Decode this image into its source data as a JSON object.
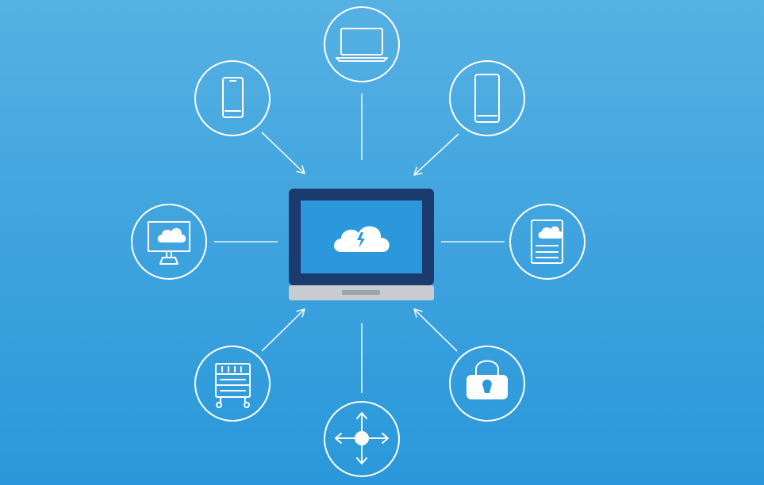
{
  "diagram": {
    "colors": {
      "background_top": "#56b1e3",
      "background_bottom": "#2a98da",
      "line": "#ffffff",
      "laptop_frame": "#1b3a6e",
      "laptop_screen": "#2a98da",
      "laptop_base": "#c8cbd0"
    },
    "center": {
      "icon": "cloud-laptop-icon"
    },
    "nodes": [
      {
        "id": "top",
        "icon": "laptop-icon"
      },
      {
        "id": "top-left",
        "icon": "smartphone-icon"
      },
      {
        "id": "top-right",
        "icon": "tablet-icon"
      },
      {
        "id": "left",
        "icon": "cloud-monitor-icon"
      },
      {
        "id": "right",
        "icon": "cloud-document-icon"
      },
      {
        "id": "bottom-left",
        "icon": "server-rack-icon"
      },
      {
        "id": "bottom",
        "icon": "network-arrows-icon"
      },
      {
        "id": "bottom-right",
        "icon": "padlock-icon"
      }
    ]
  }
}
